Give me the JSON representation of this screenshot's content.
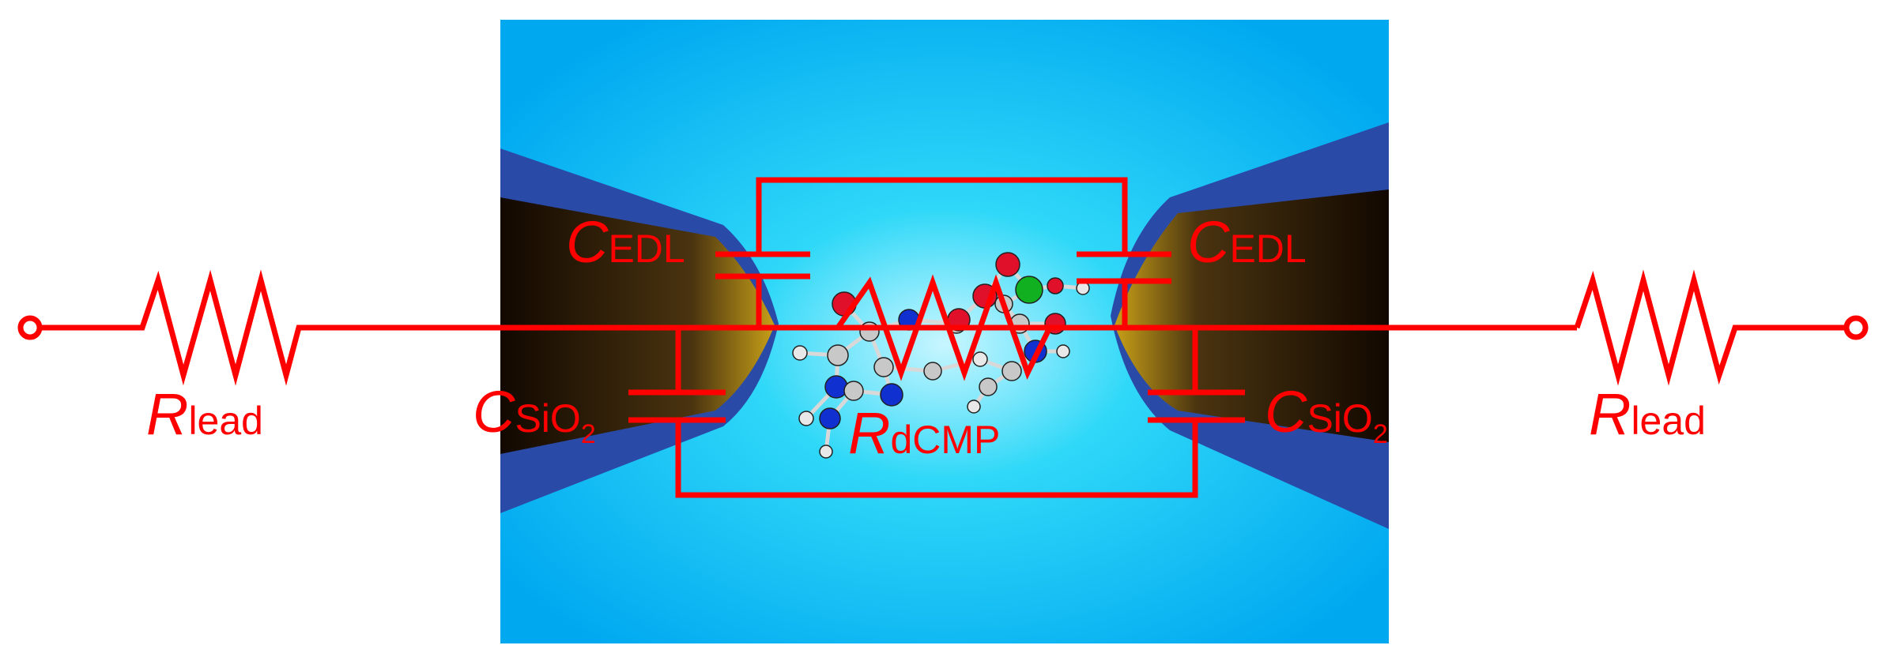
{
  "labels": {
    "r_lead_left": {
      "main": "R",
      "sub": "lead"
    },
    "r_lead_right": {
      "main": "R",
      "sub": "lead"
    },
    "c_edl_left": {
      "main": "C",
      "sub": "EDL"
    },
    "c_edl_right": {
      "main": "C",
      "sub": "EDL"
    },
    "c_sio2_left": {
      "main": "C",
      "sub": "SiO",
      "sub2": "2"
    },
    "c_sio2_right": {
      "main": "C",
      "sub": "SiO",
      "sub2": "2"
    },
    "r_dcmp": {
      "main": "R",
      "sub": "dCMP"
    }
  },
  "colors": {
    "circuit": "#ff0000",
    "background": "#ffffff",
    "liquid": "#10c8f0",
    "electrode_shell": "#2848a8",
    "electrode_core": "#3a2a10"
  }
}
